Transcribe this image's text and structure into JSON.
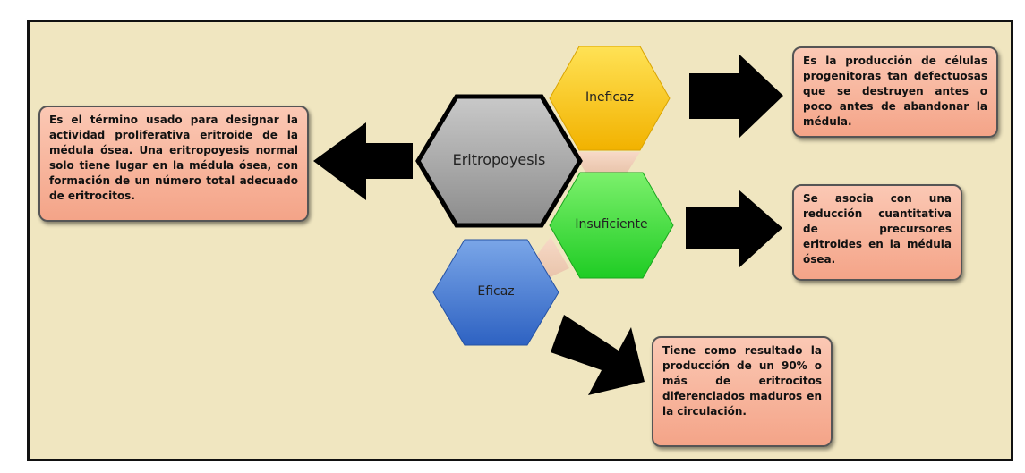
{
  "diagram": {
    "center_label": "Eritropoyesis",
    "ineficaz_label": "Ineficaz",
    "insuficiente_label": "Insuficiente",
    "eficaz_label": "Eficaz",
    "left_text": "Es el término usado para designar la actividad proliferativa eritroide de la médula ósea. Una eritropoyesis normal solo tiene lugar en la médula ósea, con formación de un número total adecuado de eritrocitos.",
    "ineficaz_text": "Es la producción de células progenitoras tan defectuosas que se destruyen antes o poco antes de abandonar la médula.",
    "insuficiente_text": "Se asocia con una reducción cuantitativa de precursores eritroides en la médula ósea.",
    "eficaz_text": "Tiene como resultado la producción de un 90% o más de eritrocitos diferenciados maduros en la circulación."
  }
}
